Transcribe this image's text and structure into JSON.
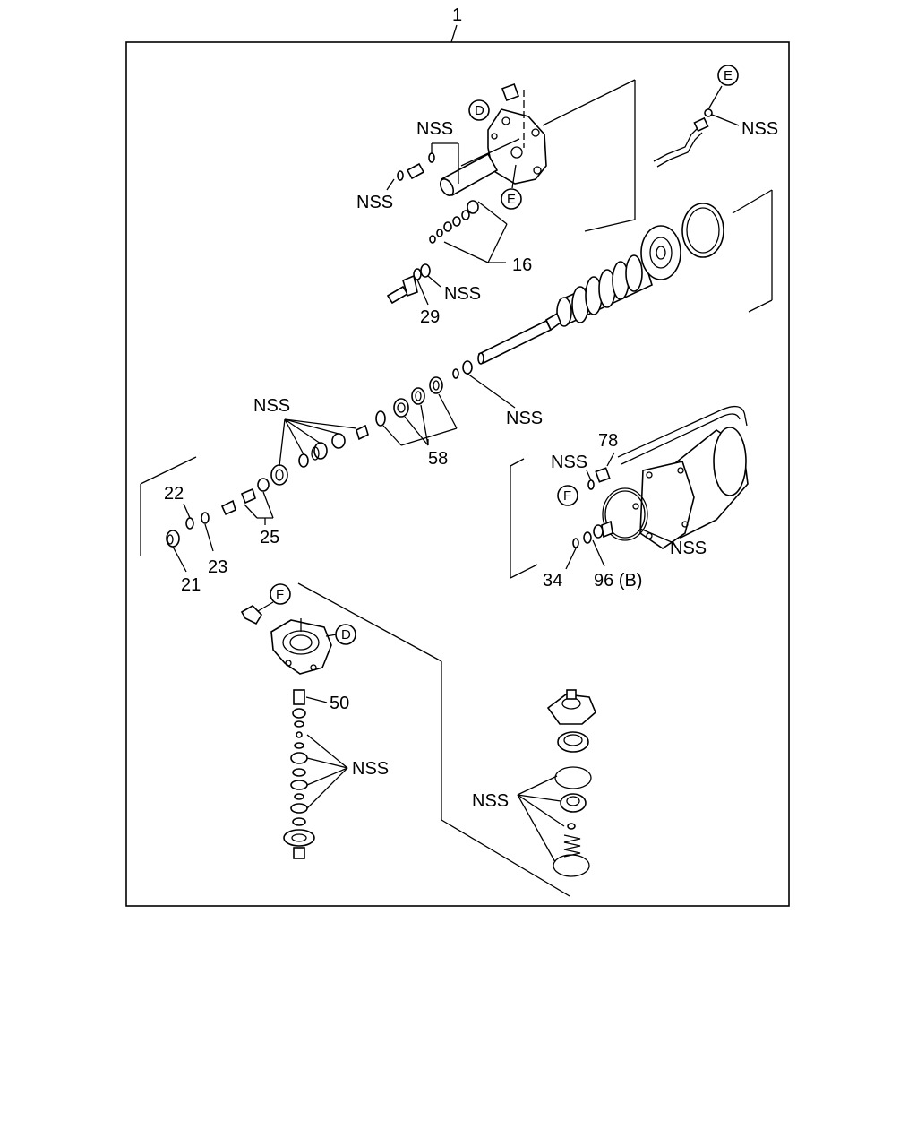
{
  "diagram": {
    "assembly_number": "1",
    "labels": {
      "nss_top": "NSS",
      "nss_left_top": "NSS",
      "nss_e_right": "NSS",
      "p16": "16",
      "nss_29": "NSS",
      "p29": "29",
      "nss_middle": "NSS",
      "nss_cluster": "NSS",
      "p58": "58",
      "p78": "78",
      "nss_78": "NSS",
      "nss_oring": "NSS",
      "p22": "22",
      "p25": "25",
      "p23": "23",
      "p21": "21",
      "p34": "34",
      "p96": "96 (B)",
      "p50": "50",
      "nss_valve_left": "NSS",
      "nss_valve_right": "NSS"
    },
    "callouts": {
      "d_top": "D",
      "e_top": "E",
      "e_right": "E",
      "f_right": "F",
      "f_bottom": "F",
      "d_bottom": "D"
    }
  }
}
